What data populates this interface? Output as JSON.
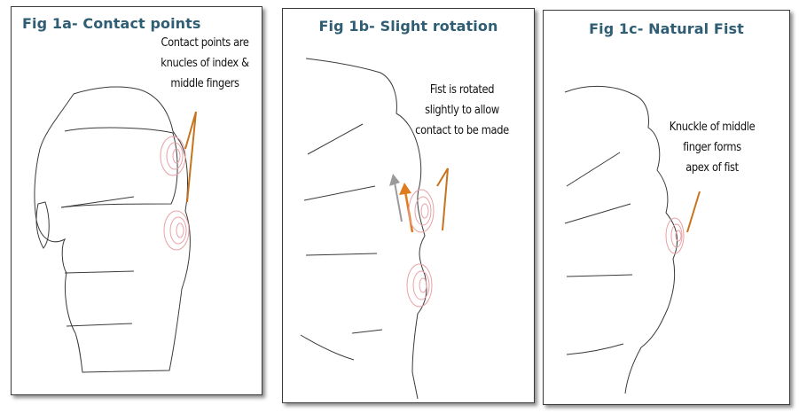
{
  "figures": [
    {
      "title": "Fig 1a- Contact points",
      "note": [
        "Contact points are",
        "knucles of index &",
        "middle fingers"
      ]
    },
    {
      "title": "Fig 1b- Slight rotation",
      "note": [
        "Fist is rotated",
        "slightly to allow",
        "contact to be made"
      ]
    },
    {
      "title": "Fig 1c- Natural Fist",
      "note": [
        "Knuckle of middle",
        "finger forms",
        "apex of fist"
      ]
    }
  ],
  "colors": {
    "title": "#2f5e74",
    "outline": "#3a3a3a",
    "pointer": "#c8731e",
    "rotation_arrow": "#e07b1e",
    "ghost_arrow": "#9a9a9a",
    "contact_spiral": "#e8a2a6"
  }
}
